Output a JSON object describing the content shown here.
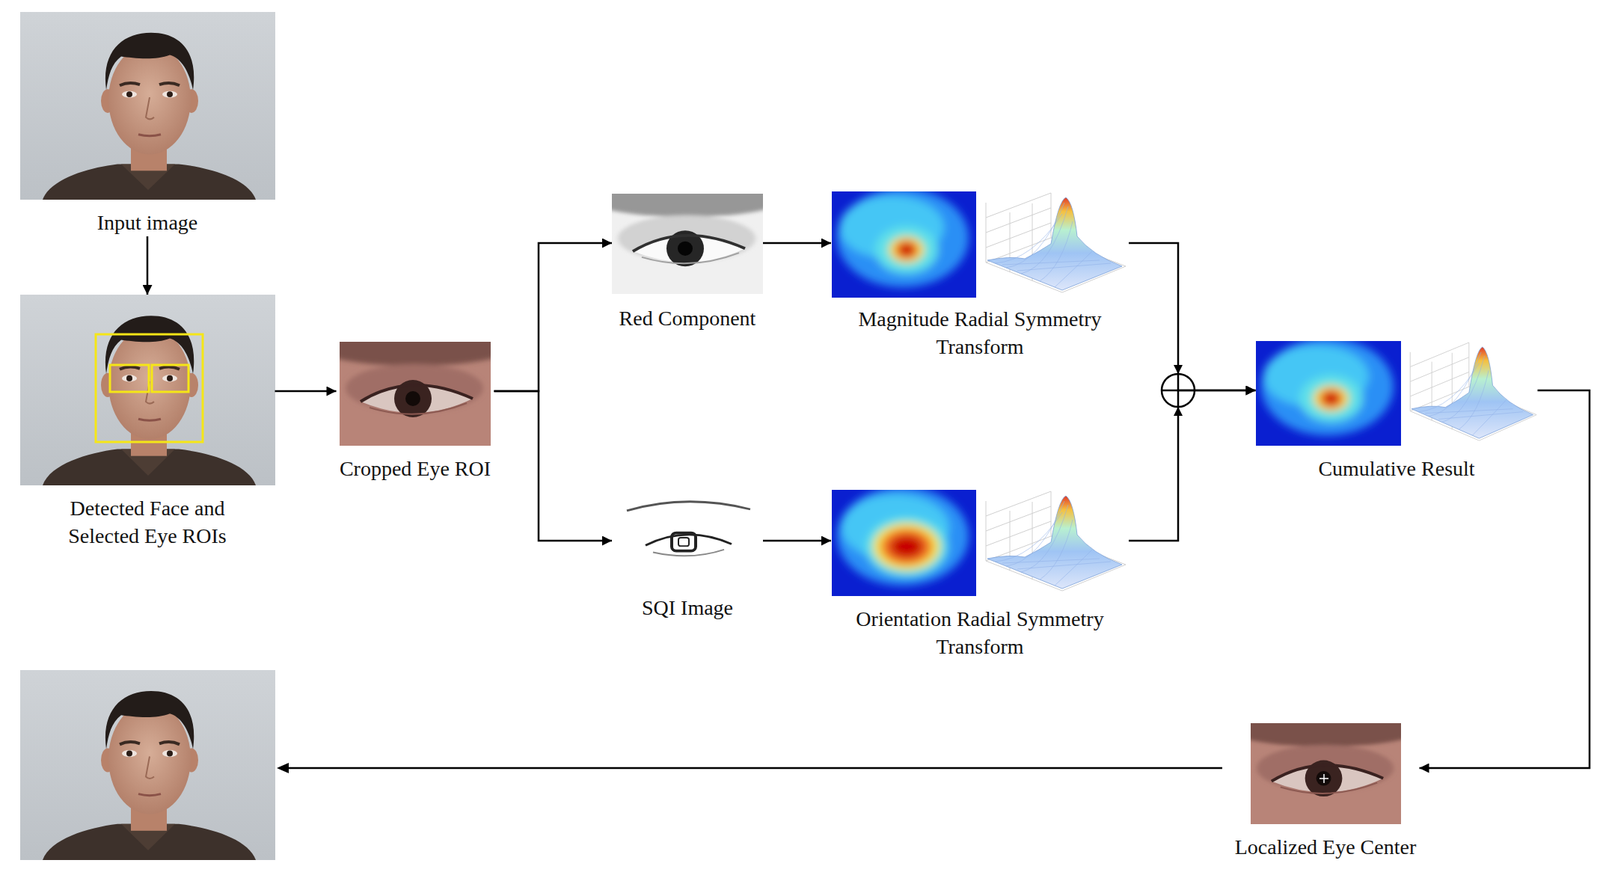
{
  "diagram": {
    "nodes": [
      {
        "text": [
          "Input image"
        ]
      },
      {
        "text": [
          "Detected Face and Selected Eye ROIs"
        ]
      },
      {
        "text": [
          "Cropped Eye ROI"
        ]
      },
      {
        "text": [
          "Red Component"
        ]
      },
      {
        "text": [
          "Magnitude Radial Symmetry Transform"
        ]
      },
      {
        "text": [
          "SQI Image"
        ]
      },
      {
        "text": [
          "Orientation Radial Symmetry Transform"
        ]
      },
      {
        "text": [
          "Cumulative Result"
        ]
      },
      {
        "text": [
          "Localized Eye Center"
        ]
      }
    ],
    "edges": [
      {
        "from": 0,
        "to": 1,
        "arrow": "to"
      },
      {
        "from": 1,
        "to": 2,
        "arrow": "to"
      },
      {
        "from": 2,
        "to": 3,
        "arrow": "to"
      },
      {
        "from": 2,
        "to": 5,
        "arrow": "to"
      },
      {
        "from": 3,
        "to": 4,
        "arrow": "to"
      },
      {
        "from": 5,
        "to": 6,
        "arrow": "to"
      },
      {
        "from": 4,
        "to": 7,
        "arrow": "to"
      },
      {
        "from": 6,
        "to": 7,
        "arrow": "to"
      },
      {
        "from": 7,
        "to": 8,
        "arrow": "to"
      }
    ]
  }
}
